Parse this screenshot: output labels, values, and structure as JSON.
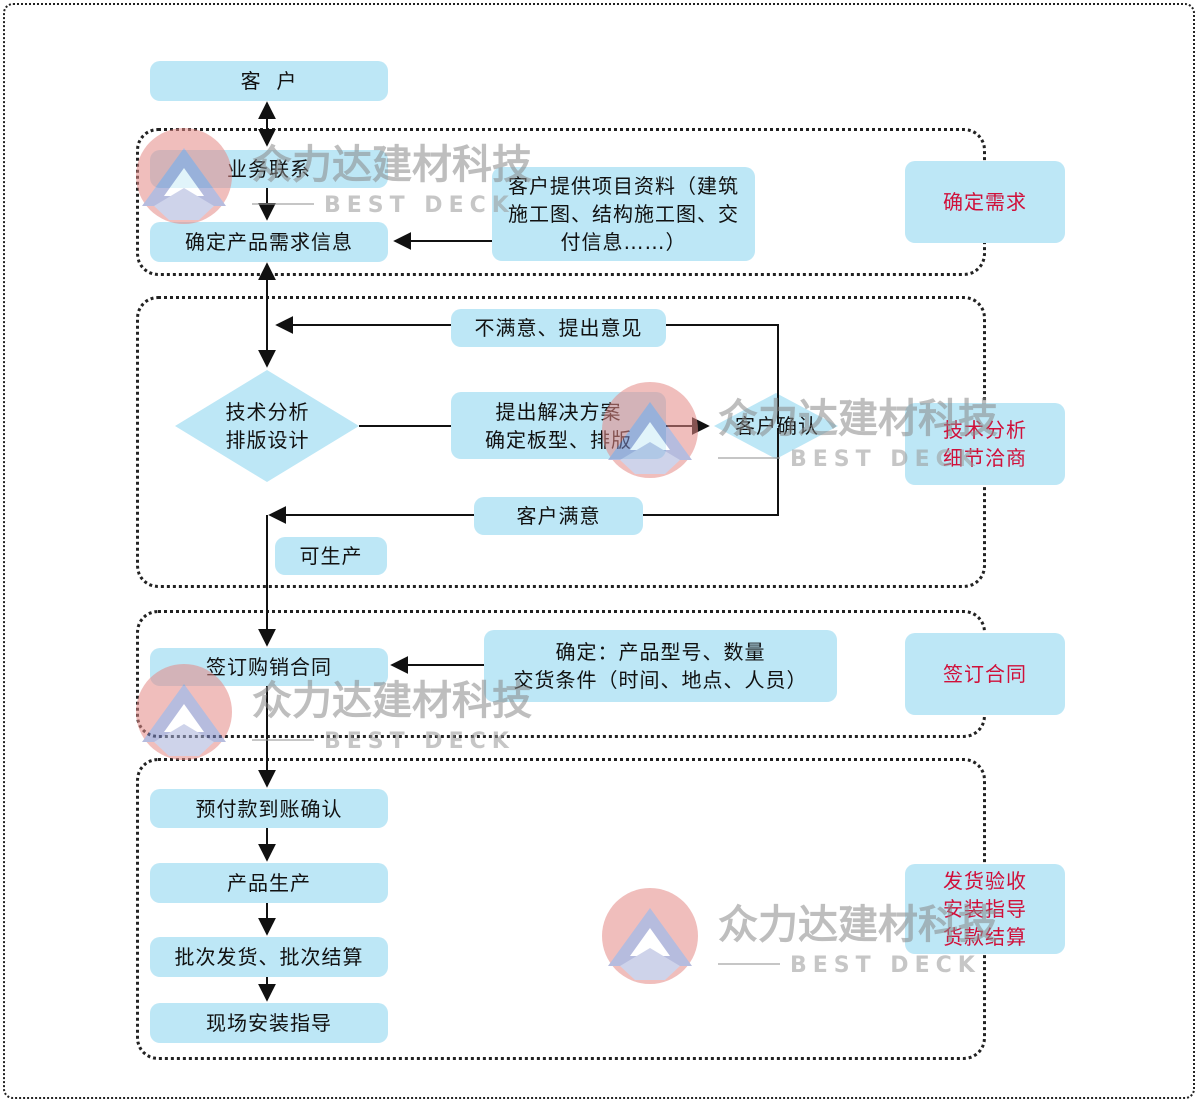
{
  "nodes": {
    "customer": "客  户",
    "business_contact": "业务联系",
    "customer_materials": "客户提供项目资料（建筑施工图、结构施工图、交付信息……）",
    "confirm_demand_info": "确定产品需求信息",
    "dissatisfied": "不满意、提出意见",
    "tech_analysis": "技术分析\n排版设计",
    "propose_solution": "提出解决方案\n确定板型、排版",
    "customer_confirm": "客户确认",
    "customer_satisfied": "客户满意",
    "can_produce": "可生产",
    "sign_contract": "签订购销合同",
    "contract_terms": "确定：产品型号、数量\n交货条件（时间、地点、人员）",
    "prepayment_confirm": "预付款到账确认",
    "production": "产品生产",
    "batch_delivery": "批次发货、批次结算",
    "onsite_guidance": "现场安装指导"
  },
  "stages": {
    "stage1": "确定需求",
    "stage2": "技术分析\n细节洽商",
    "stage3": "签订合同",
    "stage4": "发货验收\n安装指导\n货款结算"
  },
  "watermark": {
    "name": "众力达建材科技",
    "sub": "BEST DECK"
  },
  "colors": {
    "box_fill": "#bde7f6",
    "stage_text": "#d0103a",
    "line": "#111111"
  }
}
